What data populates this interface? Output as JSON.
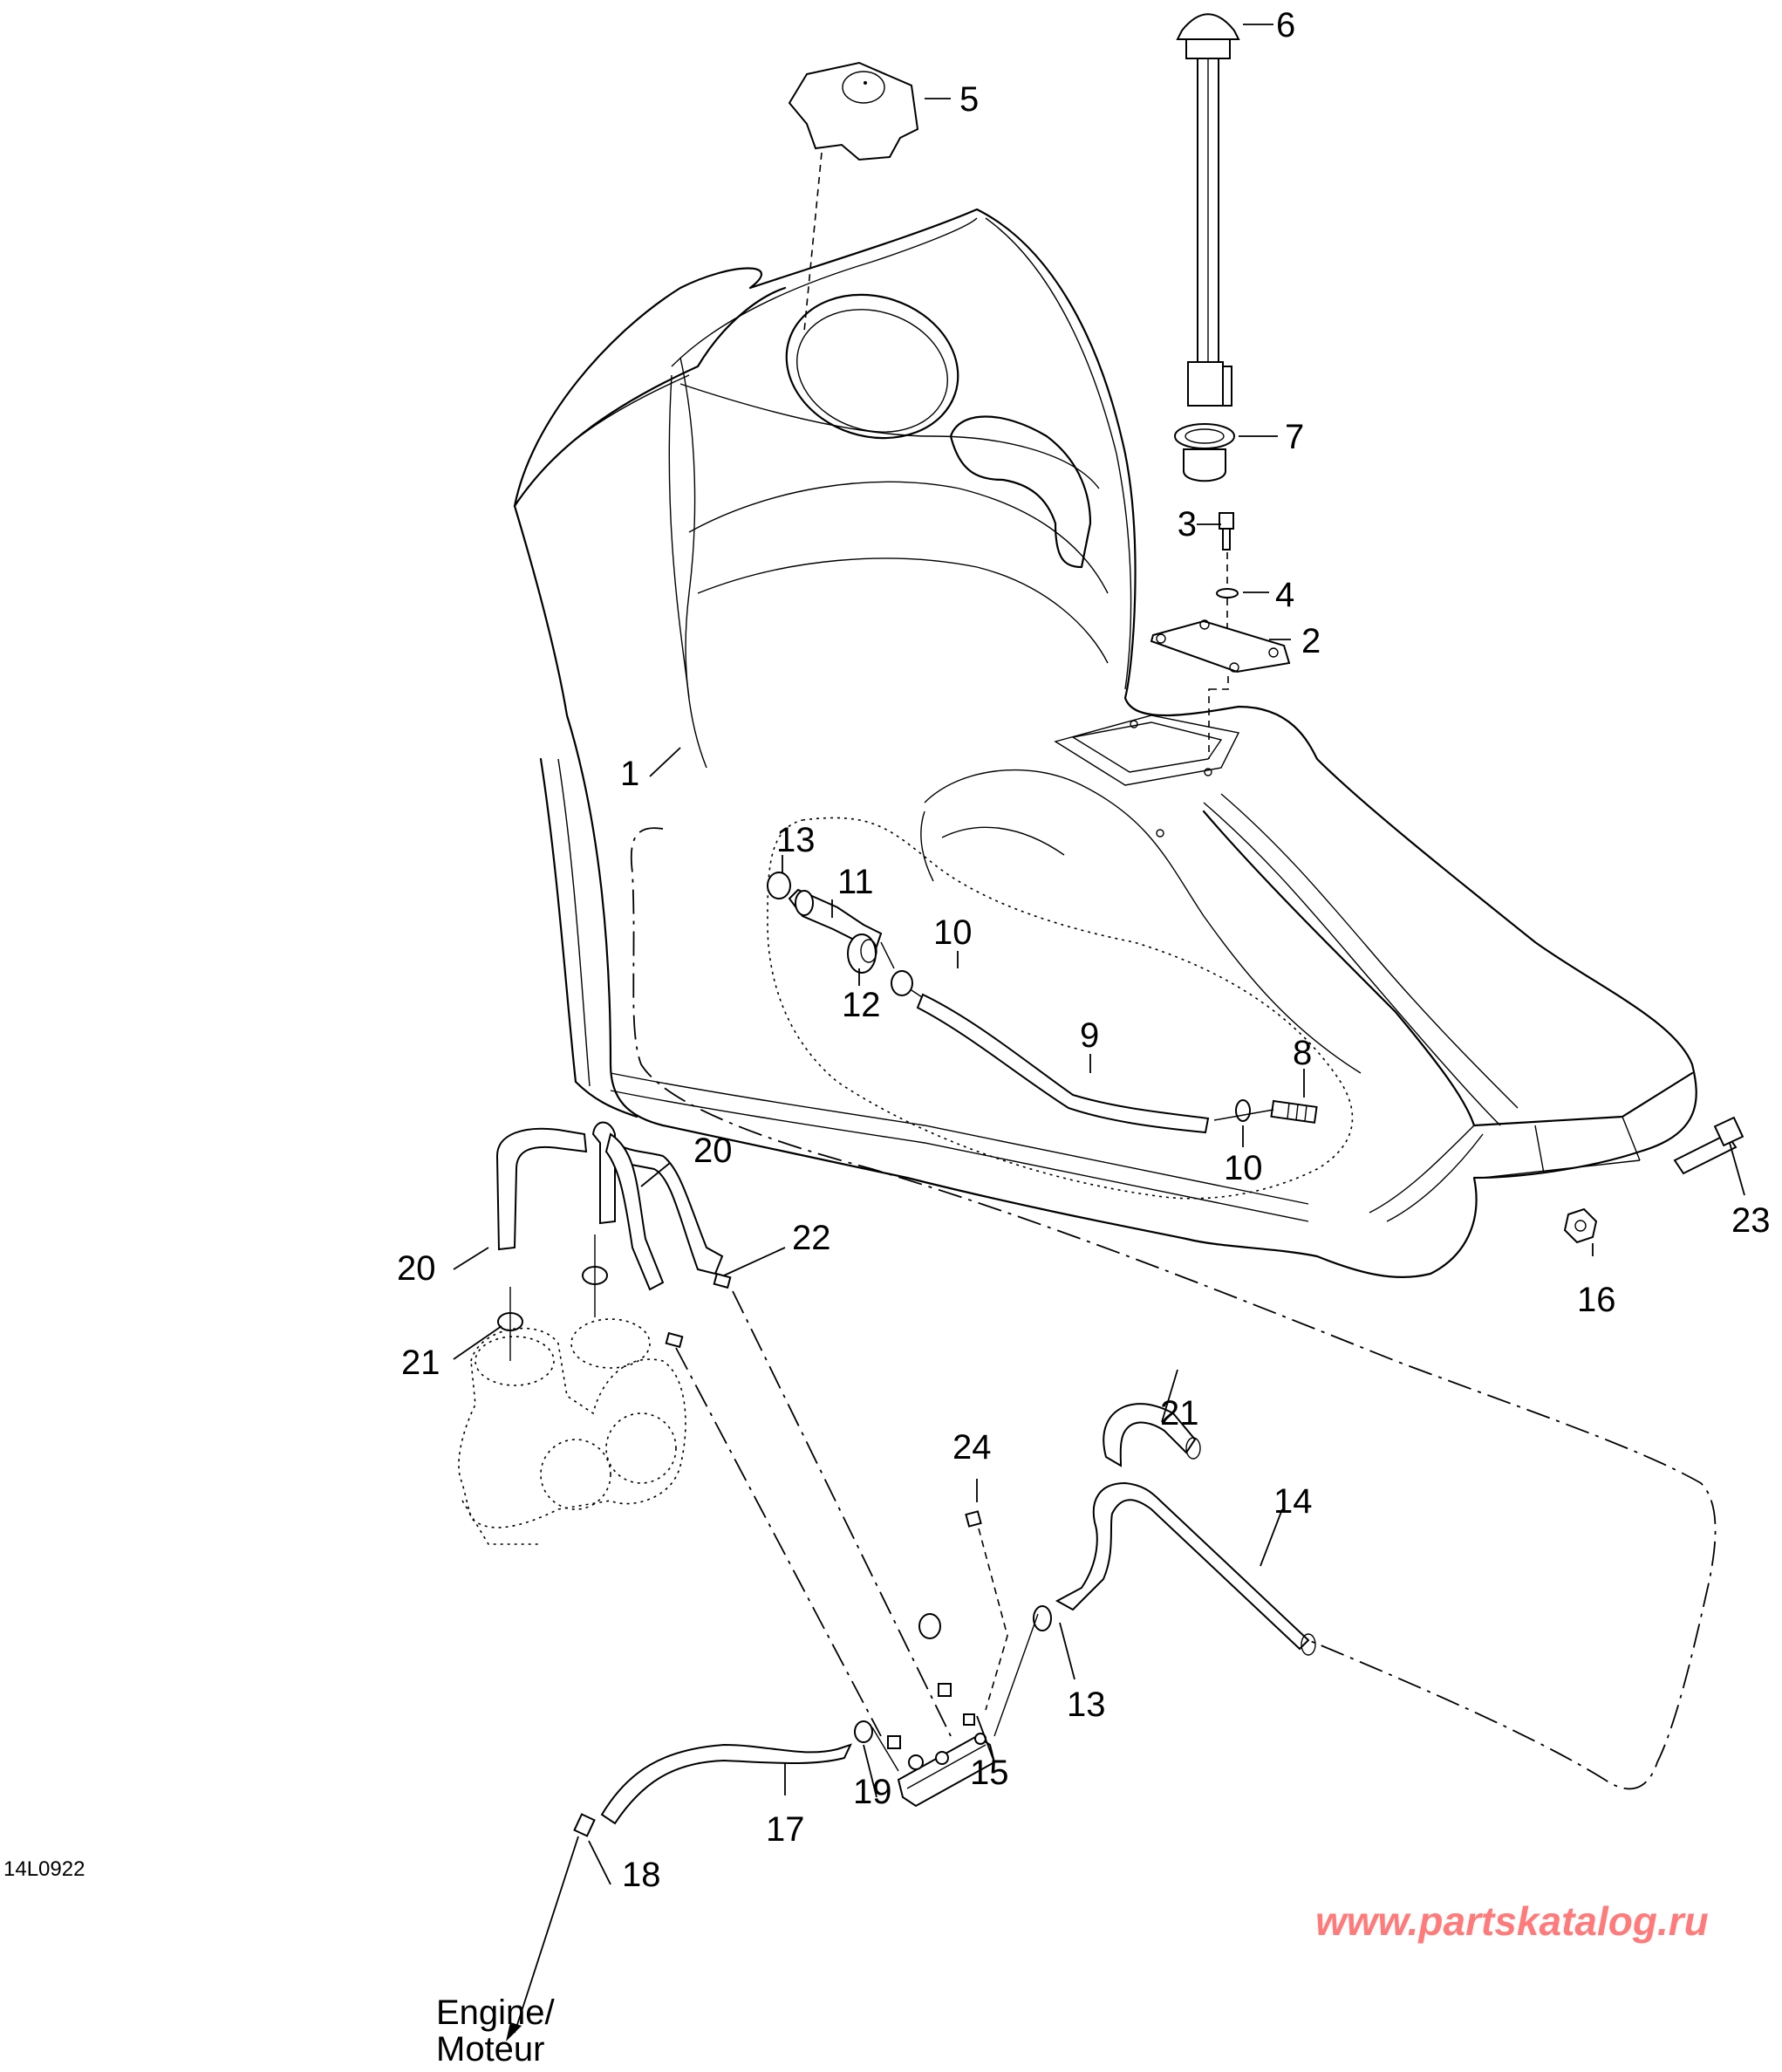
{
  "diagram": {
    "type": "exploded-parts-diagram",
    "subject": "Fuel tank assembly",
    "reference_code": "14L0922",
    "callouts": {
      "c1": "1",
      "c2": "2",
      "c3": "3",
      "c4": "4",
      "c5": "5",
      "c6": "6",
      "c7": "7",
      "c8": "8",
      "c9": "9",
      "c10a": "10",
      "c10b": "10",
      "c11": "11",
      "c12": "12",
      "c13a": "13",
      "c13b": "13",
      "c14": "14",
      "c15": "15",
      "c16": "16",
      "c17": "17",
      "c18": "18",
      "c19": "19",
      "c20a": "20",
      "c20b": "20",
      "c21a": "21",
      "c21b": "21",
      "c22": "22",
      "c23": "23",
      "c24": "24"
    },
    "destination_label_line1": "Engine/",
    "destination_label_line2": "Moteur",
    "watermark": "www.partskatalog.ru",
    "watermark_color": "#ff7b7b"
  }
}
